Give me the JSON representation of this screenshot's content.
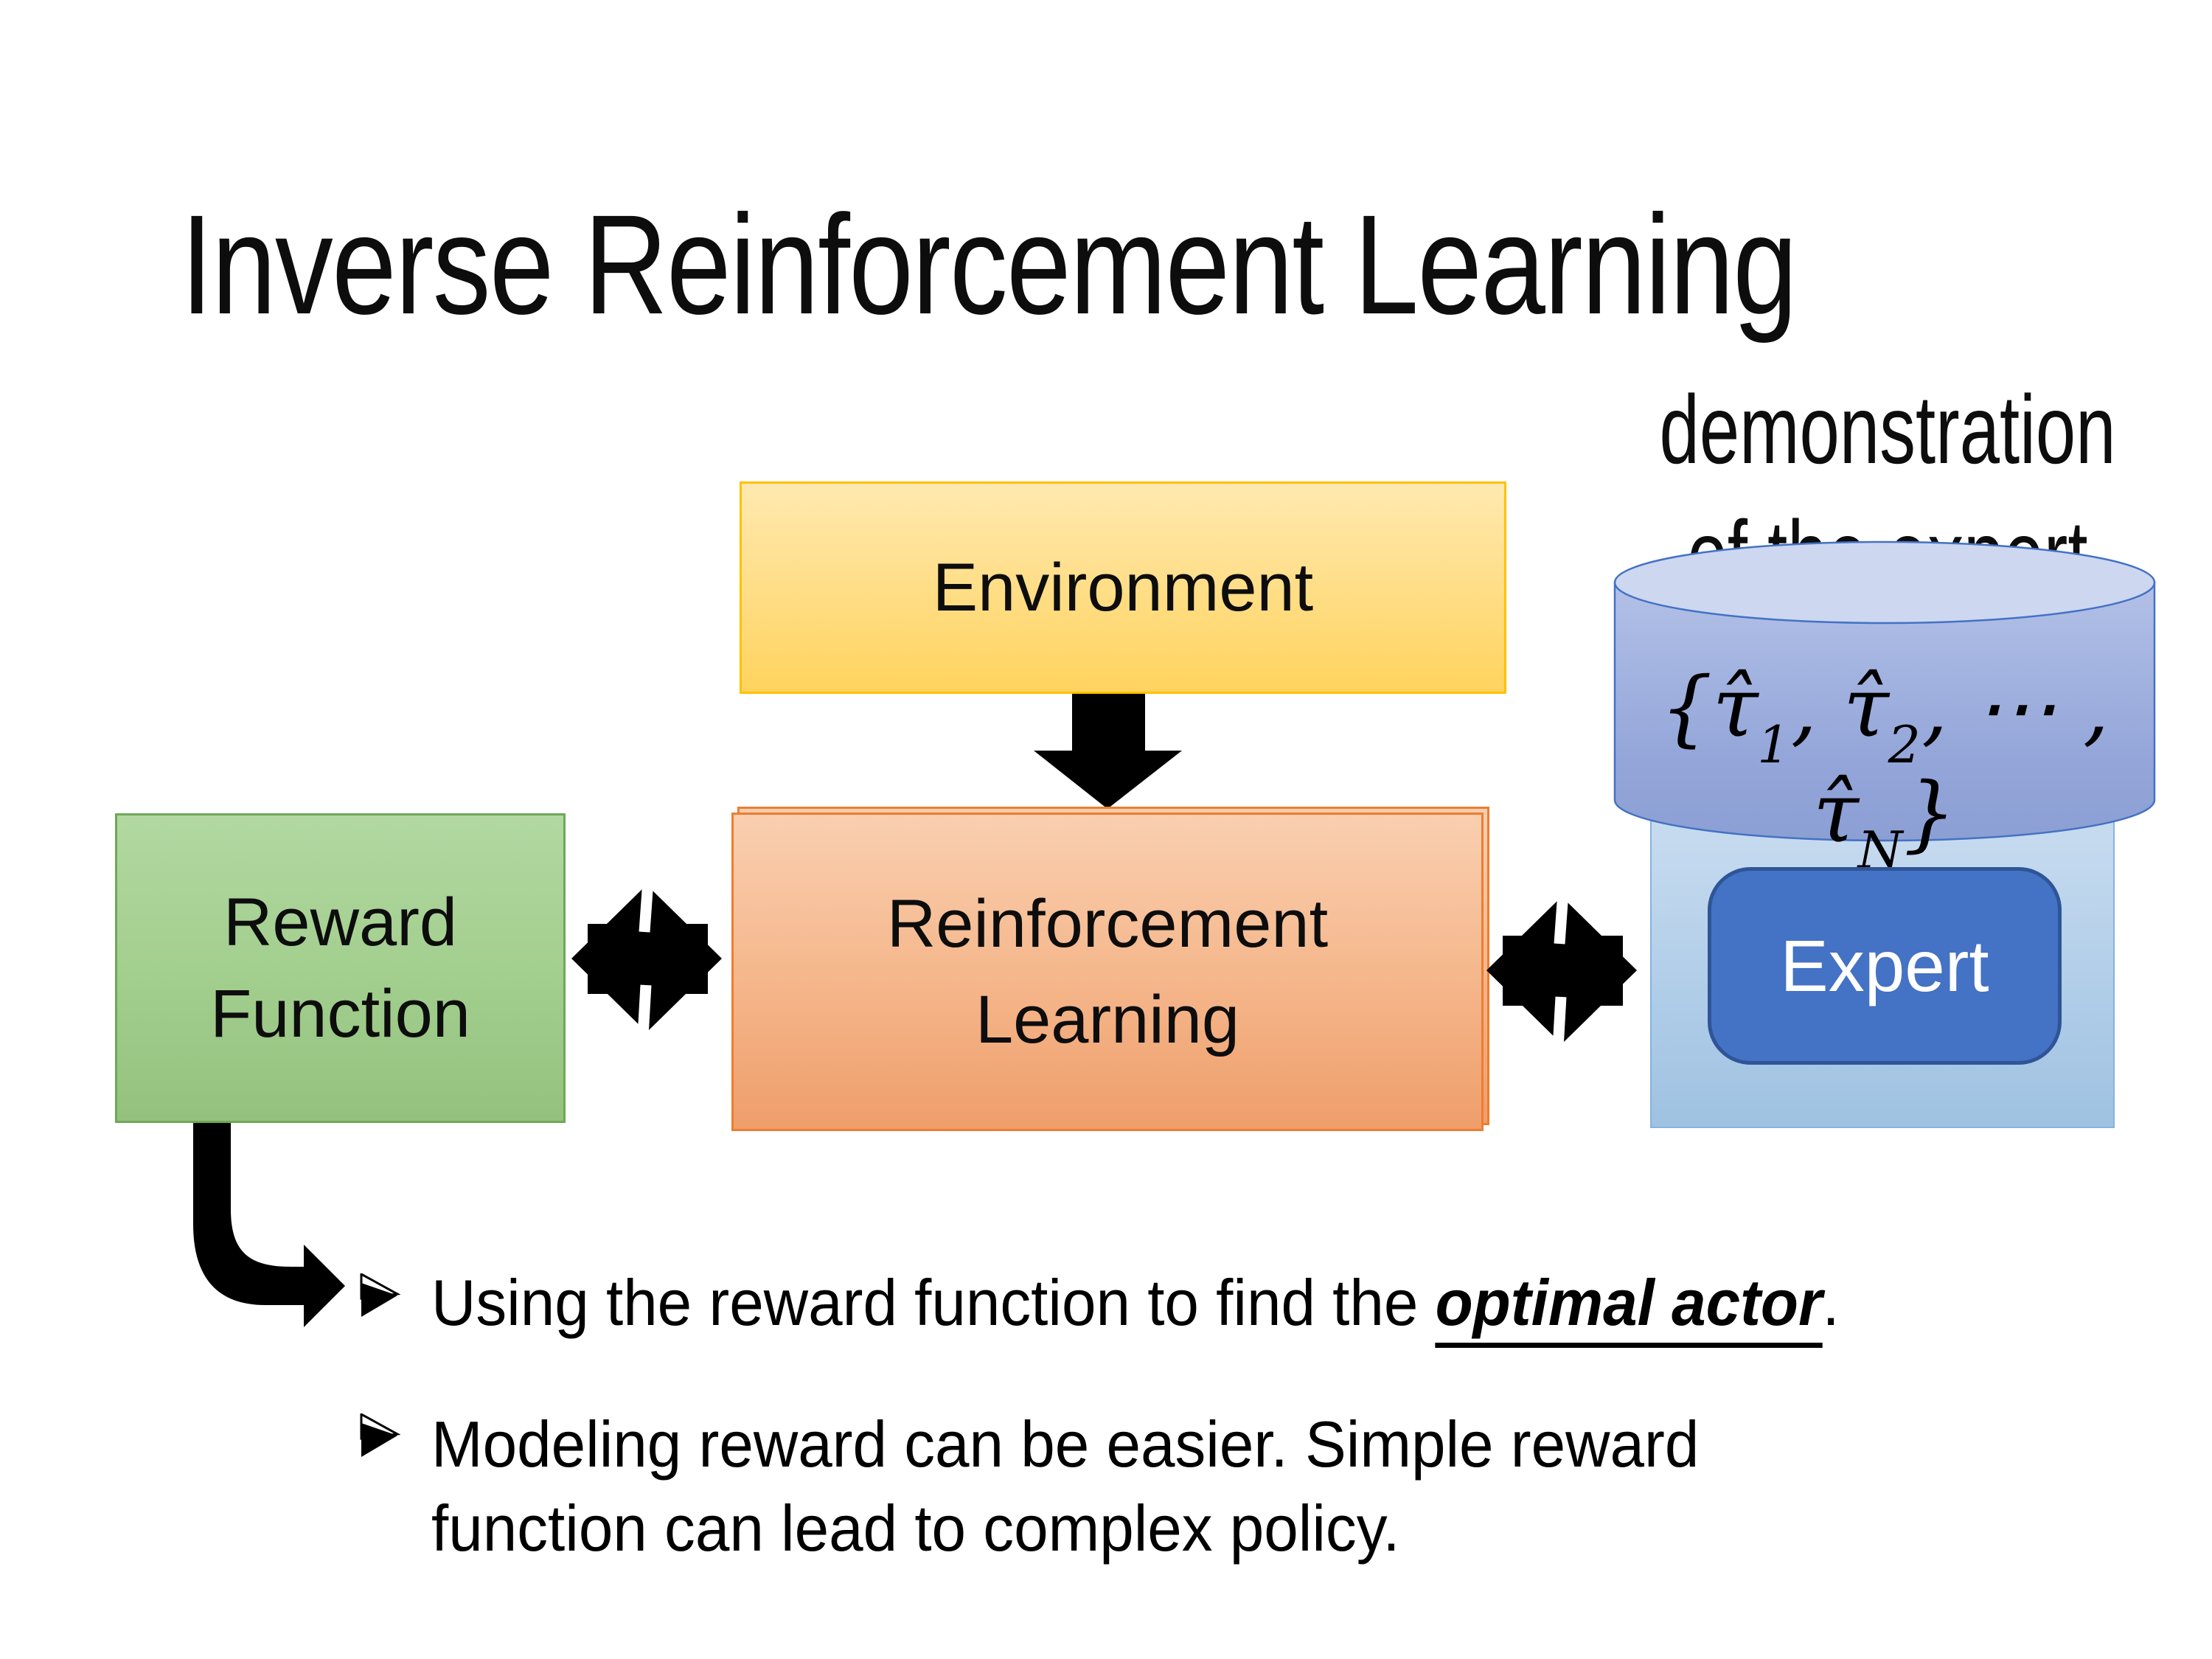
{
  "slide": {
    "title": "Inverse Reinforcement Learning"
  },
  "diagram": {
    "environment": {
      "label": "Environment"
    },
    "reward_function": {
      "label_lines": [
        "Reward",
        "Function"
      ]
    },
    "reinforcement_learning": {
      "label_lines": [
        "Reinforcement",
        "Learning"
      ]
    },
    "expert": {
      "label": "Expert"
    },
    "demonstration": {
      "caption_lines": [
        "demonstration",
        "of the expert"
      ],
      "formula": "{τ̂1, τ̂2, ⋯ , τ̂N}",
      "formula_parts": [
        {
          "t": "{",
          "sub": ""
        },
        {
          "t": "τ̂",
          "sub": "1"
        },
        {
          "t": ", ",
          "sub": ""
        },
        {
          "t": "τ̂",
          "sub": "2"
        },
        {
          "t": ", ⋯ , ",
          "sub": ""
        },
        {
          "t": "τ̂",
          "sub": "N"
        },
        {
          "t": "}",
          "sub": ""
        }
      ]
    },
    "colors": {
      "environment_border": "#FFC000",
      "reward_border": "#6FA757",
      "rl_border": "#ED7D31",
      "expert_fill": "#4472C4",
      "expert_border": "#2F5597",
      "panel_fill": "#B3CFE9",
      "cylinder_fill": "#9BACDB",
      "cylinder_border": "#4472C4",
      "arrow": "#000000"
    }
  },
  "bullets": [
    {
      "lines": [
        [
          {
            "t": "Using the reward function to find the "
          },
          {
            "t": "optimal actor",
            "em": true
          },
          {
            "t": "."
          }
        ]
      ]
    },
    {
      "lines": [
        [
          {
            "t": "Modeling reward can be easier. Simple reward"
          }
        ],
        [
          {
            "t": "function can lead to complex policy."
          }
        ]
      ]
    }
  ]
}
